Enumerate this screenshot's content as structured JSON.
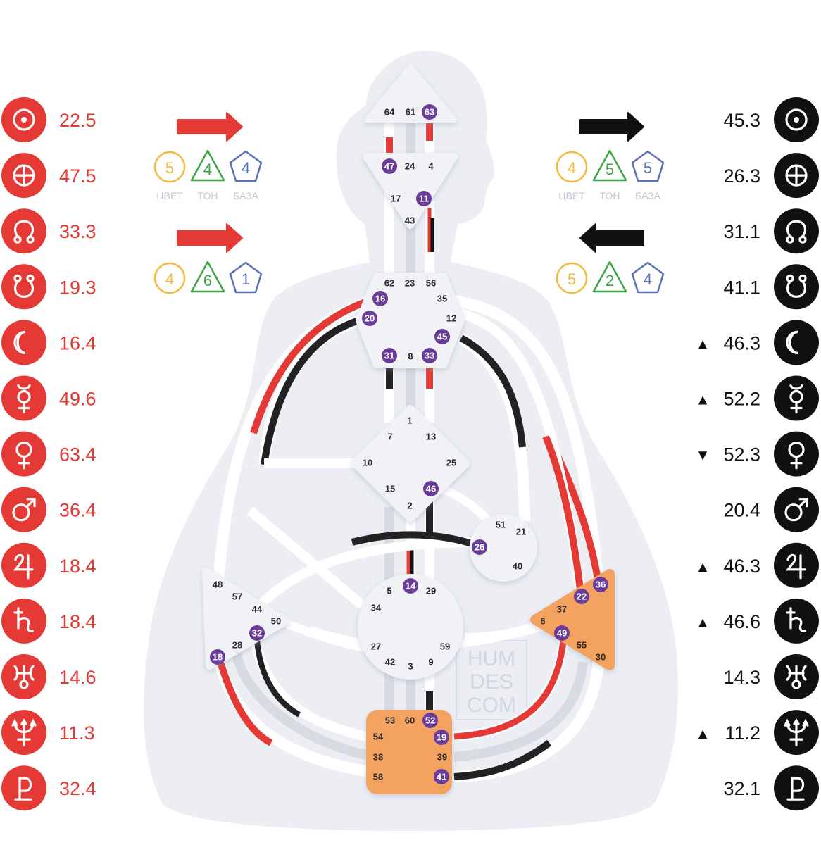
{
  "watermark": [
    "HUM",
    "DES",
    "COM"
  ],
  "variable_labels": {
    "color": "ЦВЕТ",
    "tone": "ТОН",
    "base": "БАЗА"
  },
  "left_variables": {
    "top": {
      "color": "5",
      "tone": "4",
      "base": "4"
    },
    "bottom": {
      "color": "4",
      "tone": "6",
      "base": "1"
    }
  },
  "right_variables": {
    "top": {
      "color": "4",
      "tone": "5",
      "base": "5"
    },
    "bottom": {
      "color": "5",
      "tone": "2",
      "base": "4"
    }
  },
  "colors": {
    "design": "#e53935",
    "personality": "#111111",
    "center_defined": "#f4a261",
    "gate_active": "#6a3d9a",
    "body": "#eceef4"
  },
  "left_planets": [
    {
      "icon": "sun-icon",
      "value": "22.5"
    },
    {
      "icon": "earth-icon",
      "value": "47.5"
    },
    {
      "icon": "north-node-icon",
      "value": "33.3"
    },
    {
      "icon": "south-node-icon",
      "value": "19.3"
    },
    {
      "icon": "moon-icon",
      "value": "16.4"
    },
    {
      "icon": "mercury-icon",
      "value": "49.6"
    },
    {
      "icon": "venus-icon",
      "value": "63.4"
    },
    {
      "icon": "mars-icon",
      "value": "36.4"
    },
    {
      "icon": "jupiter-icon",
      "value": "18.4"
    },
    {
      "icon": "saturn-icon",
      "value": "18.4"
    },
    {
      "icon": "uranus-icon",
      "value": "14.6"
    },
    {
      "icon": "neptune-icon",
      "value": "11.3"
    },
    {
      "icon": "pluto-icon",
      "value": "32.4"
    }
  ],
  "right_planets": [
    {
      "icon": "sun-icon",
      "value": "45.3",
      "marker": ""
    },
    {
      "icon": "earth-icon",
      "value": "26.3",
      "marker": ""
    },
    {
      "icon": "north-node-icon",
      "value": "31.1",
      "marker": ""
    },
    {
      "icon": "south-node-icon",
      "value": "41.1",
      "marker": ""
    },
    {
      "icon": "moon-icon",
      "value": "46.3",
      "marker": "▲"
    },
    {
      "icon": "mercury-icon",
      "value": "52.2",
      "marker": "▲"
    },
    {
      "icon": "venus-icon",
      "value": "52.3",
      "marker": "▼"
    },
    {
      "icon": "mars-icon",
      "value": "20.4",
      "marker": ""
    },
    {
      "icon": "jupiter-icon",
      "value": "46.3",
      "marker": "▲"
    },
    {
      "icon": "saturn-icon",
      "value": "46.6",
      "marker": "▲"
    },
    {
      "icon": "uranus-icon",
      "value": "14.3",
      "marker": ""
    },
    {
      "icon": "neptune-icon",
      "value": "11.2",
      "marker": "▲"
    },
    {
      "icon": "pluto-icon",
      "value": "32.1",
      "marker": ""
    }
  ],
  "centers": {
    "head": {
      "gates": [
        "64",
        "61",
        "63"
      ],
      "active": [
        "63"
      ]
    },
    "ajna": {
      "gates": [
        "47",
        "24",
        "4",
        "17",
        "11",
        "43"
      ],
      "active": [
        "47",
        "11"
      ]
    },
    "throat": {
      "gates": [
        "62",
        "23",
        "56",
        "16",
        "35",
        "20",
        "12",
        "45",
        "31",
        "8",
        "33"
      ],
      "active": [
        "16",
        "20",
        "45",
        "31",
        "33"
      ]
    },
    "g": {
      "gates": [
        "1",
        "7",
        "13",
        "10",
        "25",
        "15",
        "46",
        "2"
      ],
      "active": [
        "46"
      ]
    },
    "ego": {
      "gates": [
        "51",
        "21",
        "26",
        "40"
      ],
      "active": [
        "26"
      ]
    },
    "spleen": {
      "gates": [
        "48",
        "57",
        "44",
        "50",
        "32",
        "28",
        "18"
      ],
      "active": [
        "32",
        "18"
      ]
    },
    "sacral": {
      "gates": [
        "5",
        "14",
        "29",
        "34",
        "27",
        "59",
        "42",
        "3",
        "9"
      ],
      "active": [
        "14"
      ]
    },
    "solar_plexus": {
      "gates": [
        "36",
        "22",
        "37",
        "6",
        "49",
        "55",
        "30"
      ],
      "active": [
        "36",
        "22",
        "49"
      ]
    },
    "root": {
      "gates": [
        "53",
        "60",
        "52",
        "54",
        "19",
        "38",
        "39",
        "58",
        "41"
      ],
      "active": [
        "52",
        "19",
        "41"
      ]
    }
  }
}
